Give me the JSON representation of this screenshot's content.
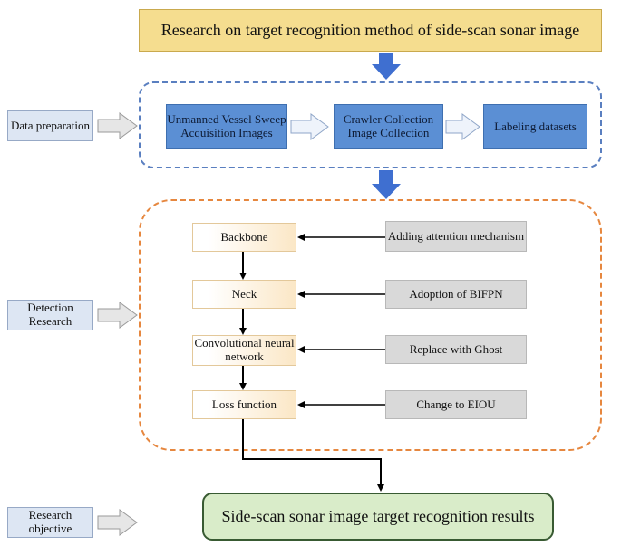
{
  "title": "Research on target recognition method of side-scan sonar image",
  "side_labels": {
    "data_preparation": "Data preparation",
    "detection_research": "Detection Research",
    "research_objective": "Research objective"
  },
  "data_steps": [
    "Unmanned Vessel Sweep Acquisition Images",
    "Crawler Collection Image Collection",
    "Labeling datasets"
  ],
  "detection_steps": [
    {
      "component": "Backbone",
      "improvement": "Adding attention mechanism"
    },
    {
      "component": "Neck",
      "improvement": "Adoption of BIFPN"
    },
    {
      "component": "Convolutional neural network",
      "improvement": "Replace with Ghost"
    },
    {
      "component": "Loss function",
      "improvement": "Change to EIOU"
    }
  ],
  "result": "Side-scan sonar image target recognition results",
  "colors": {
    "title_fill": "#f5dd8f",
    "step_fill": "#5b8fd4",
    "blue_arrow": "#3f6fd0",
    "dashed_blue": "#5a7fc0",
    "dashed_orange": "#e6873f",
    "result_fill": "#d9ecc9"
  }
}
